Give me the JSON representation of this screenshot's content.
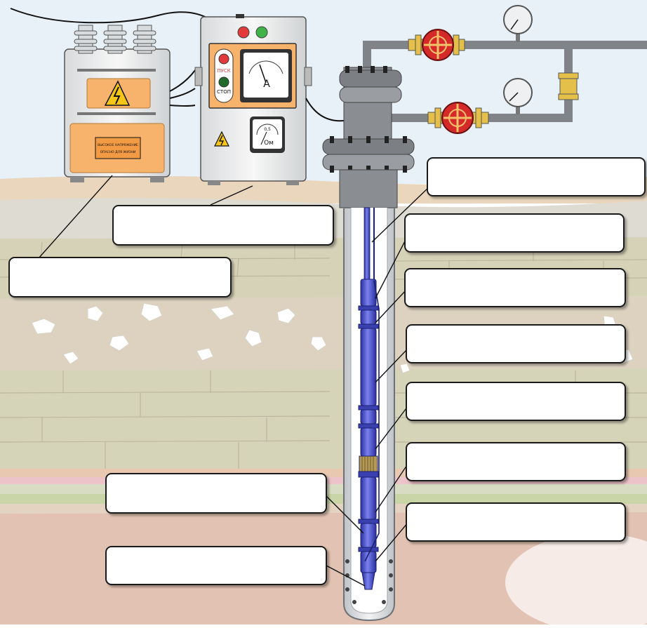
{
  "panel": {
    "start_label": "ПУСК",
    "stop_label": "СТОП",
    "ammeter_unit": "A",
    "ohmmeter_scale": "0,5",
    "ohmmeter_unit": "Ом"
  },
  "transformer": {
    "plate_text_1": "ВЫСОКОЕ НАПРЯЖЕНИЕ",
    "plate_text_2": "ОПАСНО ДЛЯ ЖИЗНИ"
  },
  "label_boxes": [
    {
      "id": "wellhead",
      "text": ""
    },
    {
      "id": "control-station",
      "text": ""
    },
    {
      "id": "cable",
      "text": ""
    },
    {
      "id": "transformer",
      "text": ""
    },
    {
      "id": "pump-upper",
      "text": ""
    },
    {
      "id": "pump-lower",
      "text": ""
    },
    {
      "id": "gas-separator",
      "text": ""
    },
    {
      "id": "protector",
      "text": ""
    },
    {
      "id": "motor",
      "text": ""
    },
    {
      "id": "cable-extension",
      "text": ""
    },
    {
      "id": "compensator",
      "text": ""
    }
  ],
  "colors": {
    "sky": "#e8f1f8",
    "pump_body": "#4a52c8",
    "panel_face": "#f7b26b",
    "valve": "#d42a2a"
  }
}
